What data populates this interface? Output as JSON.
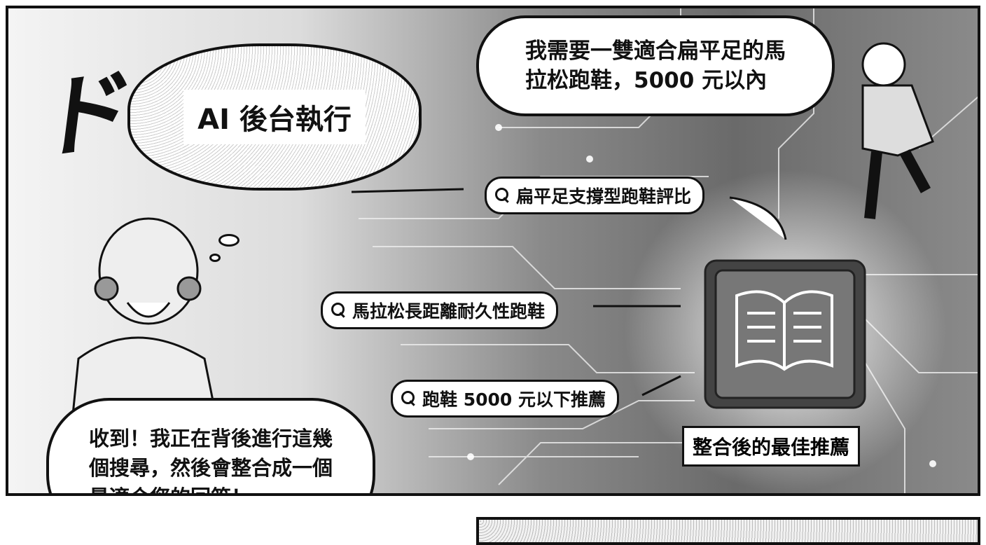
{
  "thought_bubble": {
    "text": "AI 後台執行"
  },
  "sound_effect": {
    "text": "ドッ"
  },
  "user_bubble": {
    "line1": "我需要一雙適合扁平足的馬",
    "line2": "拉松跑鞋，5000 元以內"
  },
  "searches": [
    {
      "icon": "search-icon",
      "text": "扁平足支撐型跑鞋評比"
    },
    {
      "icon": "search-icon",
      "text": "馬拉松長距離耐久性跑鞋"
    },
    {
      "icon": "search-icon",
      "text": "跑鞋 5000 元以下推薦"
    }
  ],
  "chip": {
    "icon": "open-book-icon",
    "label": "整合後的最佳推薦"
  },
  "robot_bubble": {
    "line1": "收到！我正在背後進行這幾",
    "line2": "個搜尋，然後會整合成一個",
    "line3": "最適合您的回答！"
  }
}
